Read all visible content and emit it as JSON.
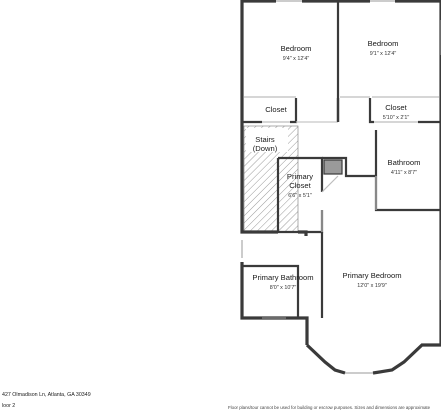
{
  "rooms": {
    "bedroom_1": {
      "name": "Bedroom",
      "dims": "9'4\" x 12'4\""
    },
    "bedroom_2": {
      "name": "Bedroom",
      "dims": "9'1\" x 12'4\""
    },
    "closet_1": {
      "name": "Closet"
    },
    "closet_2": {
      "name": "Closet",
      "dims": "5'10\" x 2'1\""
    },
    "stairs": {
      "line1": "Stairs",
      "line2": "(Down)"
    },
    "bathroom": {
      "name": "Bathroom",
      "dims": "4'11\" x 8'7\""
    },
    "primary_closet": {
      "line1": "Primary",
      "line2": "Closet",
      "dims": "6'6\" x 5'1\""
    },
    "primary_bathroom": {
      "name": "Primary Bathroom",
      "dims": "8'0\" x 10'7\""
    },
    "primary_bedroom": {
      "name": "Primary Bedroom",
      "dims": "12'0\" x 19'9\""
    }
  },
  "footer": {
    "address": "427 Olmadison Ln, Atlanta, GA 30349",
    "floor": "loor 2",
    "disclaimer": "Floor plans/tour cannot be used for building or escrow purposes. Sizes and dimensions are approximate"
  },
  "colors": {
    "wall": "#3a3a3a",
    "wall_inner": "#bdbdbd",
    "floor": "#ffffff",
    "hatch": "#9a9a9a"
  }
}
